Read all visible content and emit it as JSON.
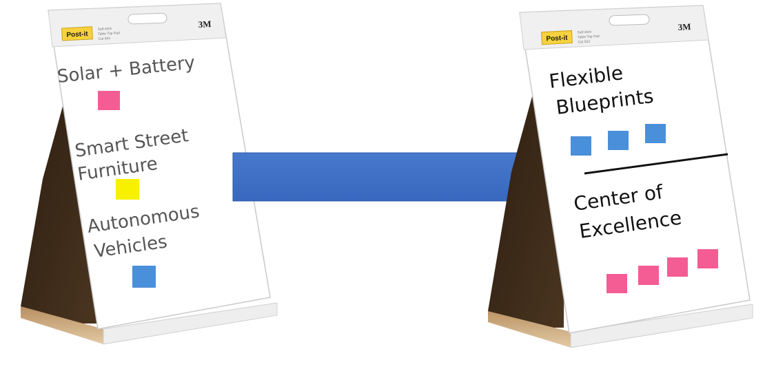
{
  "left_pad": {
    "brand": "Post-it",
    "maker": "3M",
    "label_lines": [
      "Self-stick",
      "Table Top Pad",
      "Cat 563"
    ],
    "topics": [
      {
        "lines": [
          "Solar + Battery"
        ],
        "note_color": "#f45c94"
      },
      {
        "lines": [
          "Smart Street",
          "Furniture"
        ],
        "note_color": "#f7f100"
      },
      {
        "lines": [
          "Autonomous",
          "Vehicles"
        ],
        "note_color": "#4a8fd9"
      }
    ]
  },
  "right_pad": {
    "brand": "Post-it",
    "maker": "3M",
    "label_lines": [
      "Self-stick",
      "Table Top Pad",
      "Cat 563"
    ],
    "sections": [
      {
        "lines": [
          "Flexible",
          "Blueprints"
        ],
        "note_color": "#4a8fd9",
        "note_count": 3
      },
      {
        "lines": [
          "Center of",
          "Excellence"
        ],
        "note_color": "#f45c94",
        "note_count": 4
      }
    ]
  },
  "arrow": {
    "color": "#3f6fc8"
  },
  "text_color": "#555555",
  "text_color_dark": "#111111",
  "brand_color": "#f7d23e"
}
